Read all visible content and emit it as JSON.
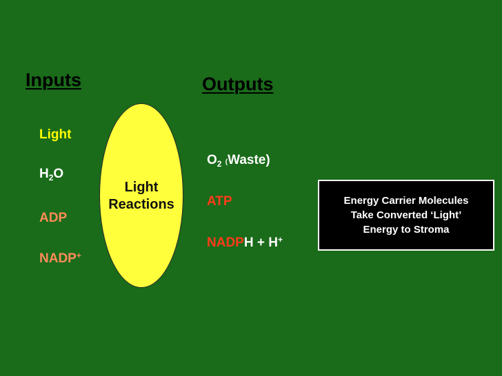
{
  "inputs": {
    "heading": "Inputs",
    "light": "Light",
    "h2o_h": "H",
    "h2o_sub": "2",
    "h2o_o": "O",
    "adp": "ADP",
    "nadp": "NADP",
    "nadp_sup": "+"
  },
  "center": {
    "line1": "Light",
    "line2": "Reactions"
  },
  "outputs": {
    "heading": "Outputs",
    "o2_o": "O",
    "o2_sub": "2",
    "o2_paren": "(",
    "o2_waste": "Waste)",
    "atp": "ATP",
    "nadph_nadp": "NADP",
    "nadph_rest": "H + H",
    "nadph_sup": "+"
  },
  "energy_box": {
    "line1": "Energy Carrier Molecules",
    "line2": "Take Converted ‘Light’",
    "line3": "Energy to Stroma"
  },
  "colors": {
    "background": "#1a6b1a",
    "oval": "#ffff3b",
    "highlight_yellow": "#ffff00",
    "salmon": "#ff8c5a",
    "red": "#ff3b1a"
  }
}
